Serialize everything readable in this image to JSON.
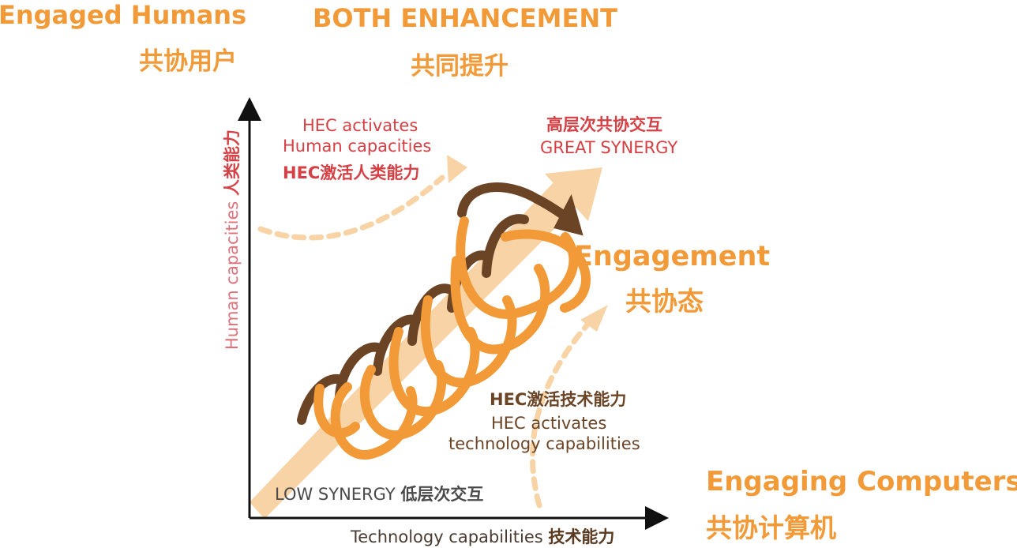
{
  "corners": {
    "top_left_en": "Engaged Humans",
    "top_left_cn": "共协用户",
    "top_center_en": "BOTH ENHANCEMENT",
    "top_center_cn": "共同提升",
    "bottom_right_en": "Engaging Computers",
    "bottom_right_cn": "共协计算机"
  },
  "axes": {
    "y_label_en": "Human capacities",
    "y_label_cn": "人类能力",
    "x_label_en": "Technology capabilities",
    "x_label_cn": "技术能力"
  },
  "annotations": {
    "hec_human_line1": "HEC activates",
    "hec_human_line2": "Human capacities",
    "hec_human_cn": "HEC激活人类能力",
    "great_synergy_cn": "高层次共协交互",
    "great_synergy_en": "GREAT SYNERGY",
    "engagement_en": "Engagement",
    "engagement_cn": "共协态",
    "hec_tech_cn": "HEC激活技术能力",
    "hec_tech_line1": "HEC activates",
    "hec_tech_line2": "technology capabilities",
    "low_synergy_en": "LOW SYNERGY",
    "low_synergy_cn": "低层次交互"
  },
  "colors": {
    "orange": "#f29a38",
    "brown": "#6b4426",
    "red": "#d64045",
    "peach": "#f7d3a6"
  }
}
